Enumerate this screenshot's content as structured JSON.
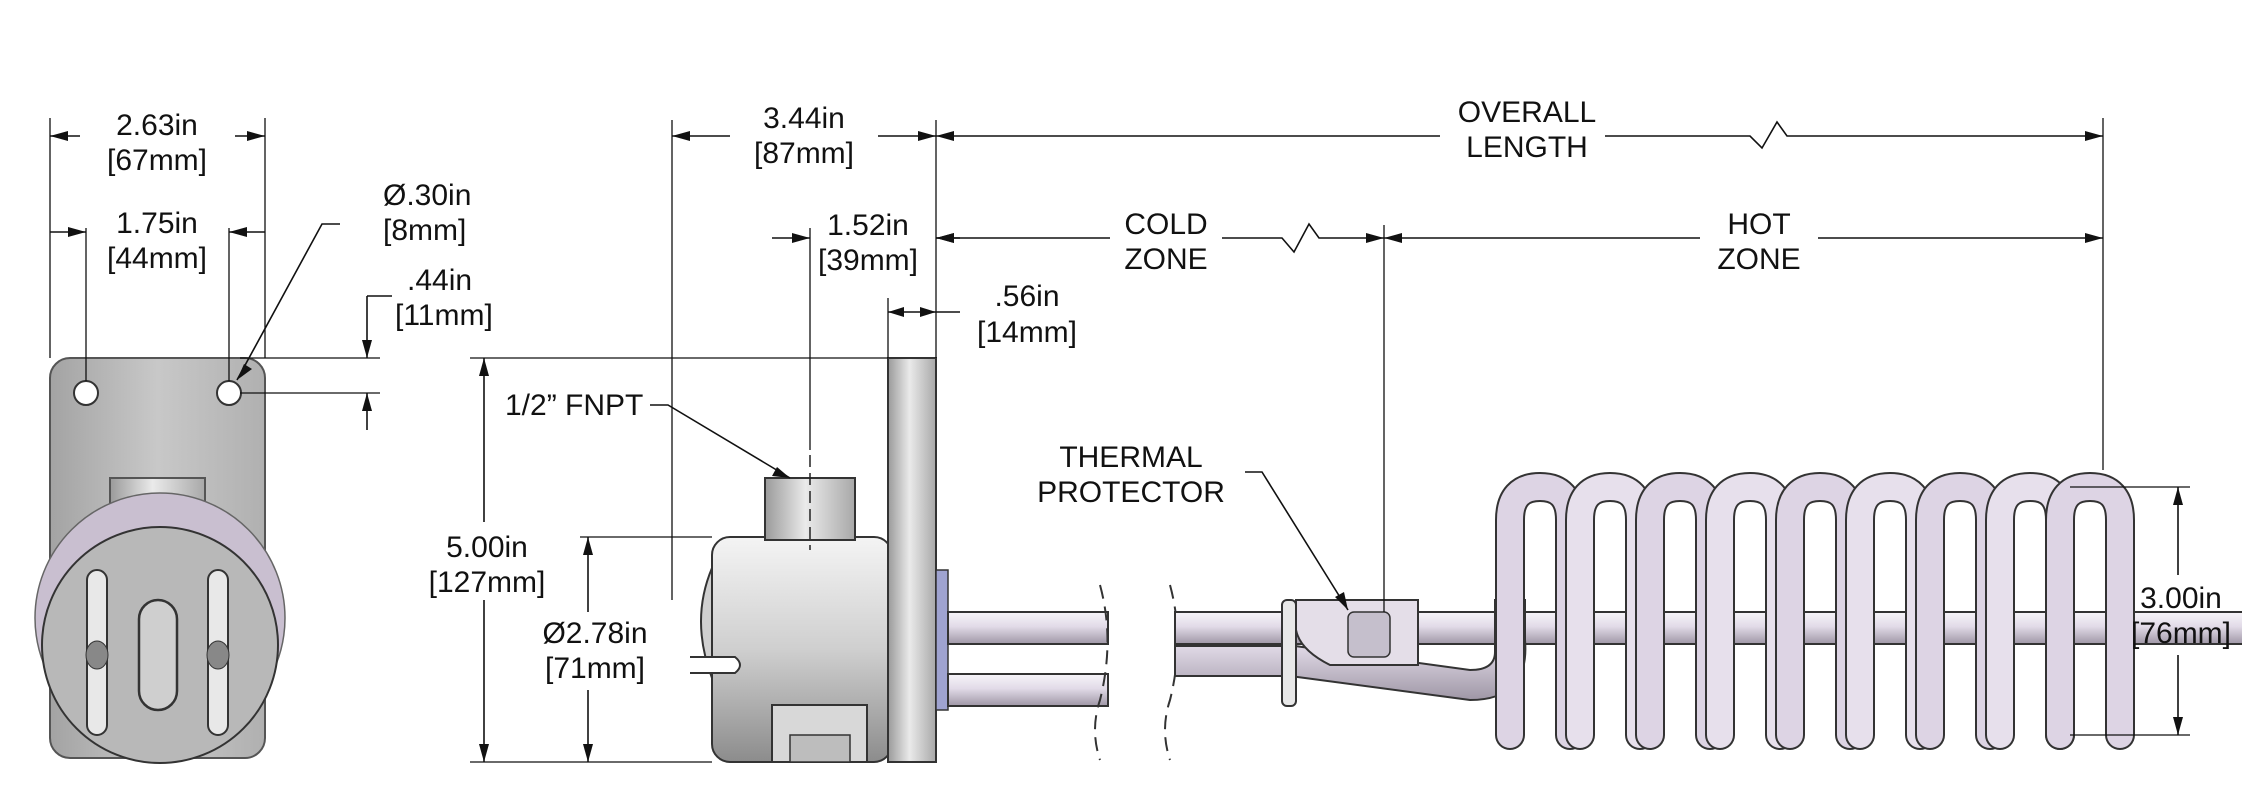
{
  "dimensions": {
    "end_width_overall": {
      "line1": "2.63in",
      "line2": "[67mm]"
    },
    "end_hole_spacing": {
      "line1": "1.75in",
      "line2": "[44mm]"
    },
    "hole_diameter": {
      "line1": "Ø.30in",
      "line2": "[8mm]"
    },
    "hole_offset": {
      "line1": ".44in",
      "line2": "[11mm]"
    },
    "head_length": {
      "line1": "3.44in",
      "line2": "[87mm]"
    },
    "fitting_offset": {
      "line1": "1.52in",
      "line2": "[39mm]"
    },
    "flange_thickness": {
      "line1": ".56in",
      "line2": "[14mm]"
    },
    "head_height": {
      "line1": "5.00in",
      "line2": "[127mm]"
    },
    "body_diameter": {
      "line1": "Ø2.78in",
      "line2": "[71mm]"
    },
    "coil_diameter": {
      "line1": "3.00in",
      "line2": "[76mm]"
    }
  },
  "labels": {
    "fnpt": "1/2” FNPT",
    "thermal_protector": {
      "line1": "THERMAL",
      "line2": "PROTECTOR"
    },
    "overall_length": {
      "line1": "OVERALL",
      "line2": "LENGTH"
    },
    "cold_zone": {
      "line1": "COLD",
      "line2": "ZONE"
    },
    "hot_zone": {
      "line1": "HOT",
      "line2": "ZONE"
    }
  },
  "colors": {
    "metal_light": "#e6e6e6",
    "metal_mid": "#b5b5b5",
    "metal_dark": "#7a7a7a",
    "coil_tint": "#d9cfe0",
    "line": "#111111"
  }
}
